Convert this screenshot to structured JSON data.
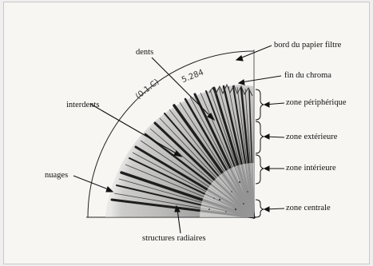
{
  "labels": {
    "bord": "bord du papier filtre",
    "fin": "fin du chroma",
    "dents": "dents",
    "interdents": "interdents",
    "nuages": "nuages",
    "periph": "zone périphérique",
    "exterieure": "zone extérieure",
    "interieure": "zone intérieure",
    "centrale": "zone centrale",
    "radiaires": "structures radiaires"
  },
  "handwriting": {
    "left": "(0.1.C)",
    "right": "5.284"
  }
}
